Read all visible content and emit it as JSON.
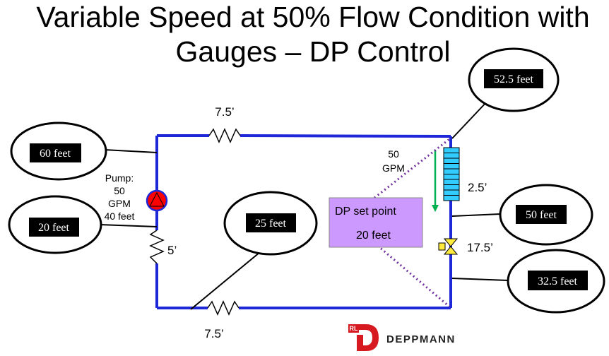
{
  "title": {
    "line1": "Variable Speed at 50% Flow  Condition with",
    "line2": "Gauges – DP Control"
  },
  "gauges": {
    "g60": "60 feet",
    "g20": "20 feet",
    "g25": "25 feet",
    "g52": "52.5 feet",
    "g50": "50 feet",
    "g32": "32.5 feet"
  },
  "pump": {
    "label": "Pump:",
    "flow": "50",
    "unit": "GPM",
    "head": "40 feet"
  },
  "losses": {
    "top": "7.5’",
    "bottom": "7.5’",
    "left": "5’",
    "coil": "2.5’",
    "valve": "17.5’"
  },
  "coil_flow": {
    "value": "50",
    "unit": "GPM"
  },
  "dp_box": {
    "line1": "DP set point",
    "line2": "20 feet"
  },
  "logo": {
    "mark": "RL",
    "name": "DEPPMANN"
  },
  "colors": {
    "pipe": "#1f28d9",
    "dp_fill": "#cc99ff",
    "coil_fill": "#33ccff",
    "valve_fill": "#ffeb3b",
    "pump_fill": "#ff0000",
    "arrow": "#00b050",
    "dotted": "#7030a0",
    "brand": "#d71920"
  },
  "icons": {
    "pump": "pump-icon",
    "coil": "coil-icon",
    "valve": "valve-icon",
    "logo": "deppmann-logo-icon"
  }
}
